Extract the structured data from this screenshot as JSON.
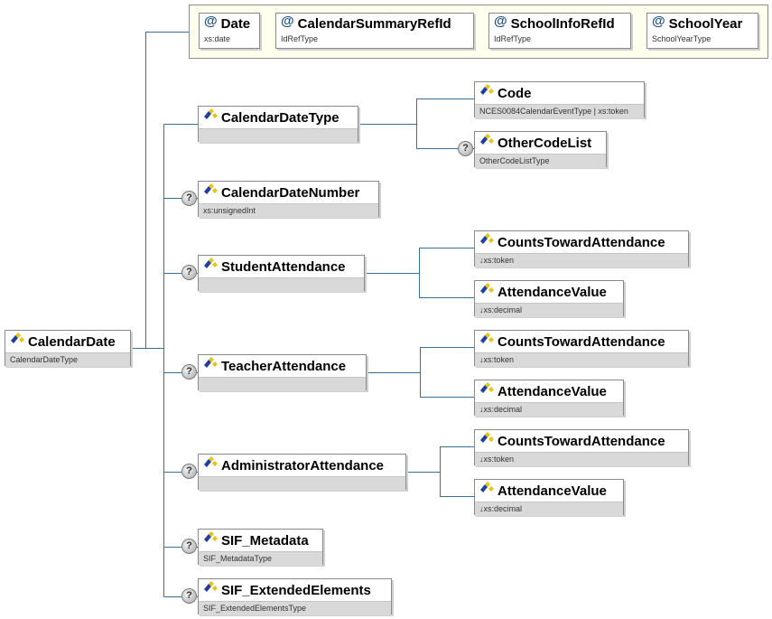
{
  "attributes": [
    {
      "name": "Date",
      "type": "xs:date"
    },
    {
      "name": "CalendarSummaryRefId",
      "type": "IdRefType"
    },
    {
      "name": "SchoolInfoRefId",
      "type": "IdRefType"
    },
    {
      "name": "SchoolYear",
      "type": "SchoolYearType"
    }
  ],
  "root": {
    "name": "CalendarDate",
    "type": "CalendarDateType"
  },
  "children": [
    {
      "name": "CalendarDateType",
      "type": "",
      "optional": false
    },
    {
      "name": "CalendarDateNumber",
      "type": "xs:unsignedInt",
      "optional": true
    },
    {
      "name": "StudentAttendance",
      "type": "",
      "optional": true
    },
    {
      "name": "TeacherAttendance",
      "type": "",
      "optional": true
    },
    {
      "name": "AdministratorAttendance",
      "type": "",
      "optional": true
    },
    {
      "name": "SIF_Metadata",
      "type": "SIF_MetadataType",
      "optional": true
    },
    {
      "name": "SIF_ExtendedElements",
      "type": "SIF_ExtendedElementsType",
      "optional": true
    }
  ],
  "calendar_date_type_children": [
    {
      "name": "Code",
      "type": "NCES0084CalendarEventType | xs:token",
      "optional": false
    },
    {
      "name": "OtherCodeList",
      "type": "OtherCodeListType",
      "optional": true
    }
  ],
  "student_attendance_children": [
    {
      "name": "CountsTowardAttendance",
      "type": "↓xs:token"
    },
    {
      "name": "AttendanceValue",
      "type": "↓xs:decimal"
    }
  ],
  "teacher_attendance_children": [
    {
      "name": "CountsTowardAttendance",
      "type": "↓xs:token"
    },
    {
      "name": "AttendanceValue",
      "type": "↓xs:decimal"
    }
  ],
  "administrator_attendance_children": [
    {
      "name": "CountsTowardAttendance",
      "type": "↓xs:token"
    },
    {
      "name": "AttendanceValue",
      "type": "↓xs:decimal"
    }
  ],
  "optional_marker": "?",
  "attribute_marker": "@",
  "colors": {
    "connector": "#3a6f9a",
    "type_band": "#d9d9d9",
    "attribute_group_bg": "#ffffee",
    "icon_blue": "#1f3f9e",
    "icon_yellow": "#e6c414"
  }
}
